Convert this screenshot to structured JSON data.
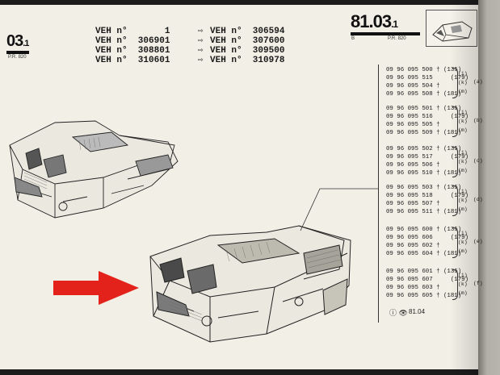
{
  "left_header": {
    "code": "03",
    "suffix": ".1",
    "sub": "P.R. 820"
  },
  "title": {
    "code": "81.03",
    "suffix": ".1",
    "sub_b": "B",
    "sub_pr": "P.R. 820"
  },
  "veh_ranges": [
    {
      "from": "VEH n°       1",
      "to": "VEH n°  306594"
    },
    {
      "from": "VEH n°  306901",
      "to": "VEH n°  307600"
    },
    {
      "from": "VEH n°  308801",
      "to": "VEH n°  309500"
    },
    {
      "from": "VEH n°  310601",
      "to": "VEH n°  310978"
    }
  ],
  "part_groups": [
    {
      "lines": [
        "09 96 095 500 † (135)",
        "09 96 095 515     (179)",
        "09 96 095 504 †",
        "09 96 095 508 † (181)"
      ],
      "codes": [
        "(i)",
        "(k)",
        "(m)"
      ],
      "group": "(a)"
    },
    {
      "lines": [
        "09 96 095 501 † (135)",
        "09 96 095 516     (179)",
        "09 96 095 505 †",
        "09 96 095 509 † (181)"
      ],
      "codes": [
        "(i)",
        "(k)",
        "(m)"
      ],
      "group": "(b)"
    },
    {
      "lines": [
        "09 96 095 502 † (135)",
        "09 96 095 517     (179)",
        "09 96 095 506 †",
        "09 96 095 510 † (181)"
      ],
      "codes": [
        "(i)",
        "(k)",
        "(m)"
      ],
      "group": "(c)"
    },
    {
      "lines": [
        "09 96 095 503 † (135)",
        "09 96 095 518     (179)",
        "09 96 095 507 †",
        "09 96 095 511 † (181)"
      ],
      "codes": [
        "(i)",
        "(k)",
        "(m)"
      ],
      "group": "(d)"
    },
    {
      "lines": [
        "09 96 095 600 † (135)",
        "09 96 095 606     (179)",
        "09 96 095 602 †",
        "09 96 095 604 † (181)"
      ],
      "codes": [
        "(i)",
        "(k)",
        "(m)"
      ],
      "group": "(e)"
    },
    {
      "lines": [
        "09 96 095 601 † (135)",
        "09 96 095 607     (179)",
        "09 96 095 603 †",
        "09 96 095 605 † (181)"
      ],
      "codes": [
        "(i)",
        "(k)",
        "(m)"
      ],
      "group": "(f)"
    }
  ],
  "footer": {
    "ref": "81.04",
    "icon": "eye-icon"
  },
  "colors": {
    "arrow": "#e3231b",
    "paper": "#f1efe6",
    "ink": "#1a1a1a"
  }
}
